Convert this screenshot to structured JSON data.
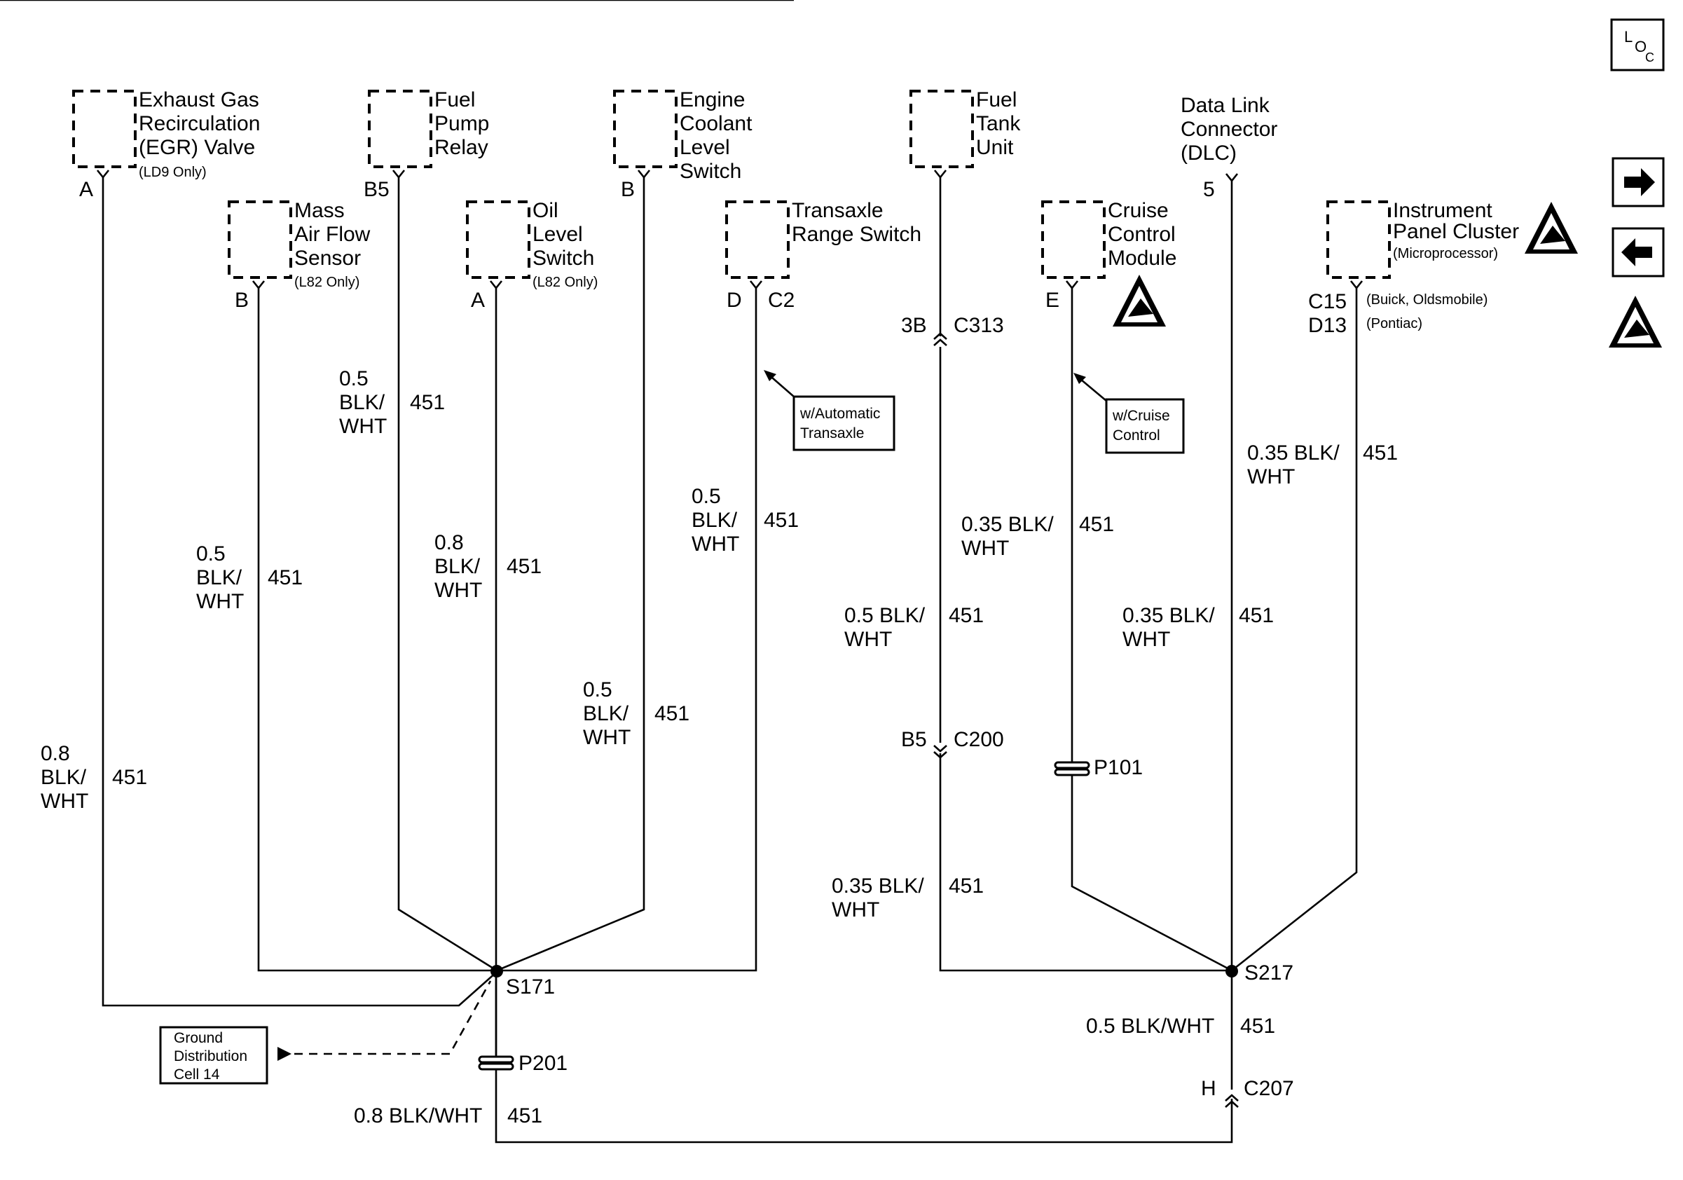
{
  "components": {
    "egr": {
      "line1": "Exhaust Gas",
      "line2": "Recirculation",
      "line3": "(EGR) Valve",
      "note": "(LD9 Only)",
      "pin": "A"
    },
    "fuel_pump": {
      "line1": "Fuel",
      "line2": "Pump",
      "line3": "Relay",
      "pin": "B5"
    },
    "coolant": {
      "line1": "Engine",
      "line2": "Coolant",
      "line3": "Level",
      "line4": "Switch",
      "pin": "B"
    },
    "fuel_tank": {
      "line1": "Fuel",
      "line2": "Tank",
      "line3": "Unit"
    },
    "dlc": {
      "line1": "Data Link",
      "line2": "Connector",
      "line3": "(DLC)",
      "pin": "5"
    },
    "maf": {
      "line1": "Mass",
      "line2": "Air Flow",
      "line3": "Sensor",
      "note": "(L82 Only)",
      "pin": "B"
    },
    "oil": {
      "line1": "Oil",
      "line2": "Level",
      "line3": "Switch",
      "note": "(L82 Only)",
      "pin": "A"
    },
    "transaxle": {
      "line1": "Transaxle",
      "line2": "Range Switch",
      "pin": "D",
      "connector": "C2"
    },
    "cruise": {
      "line1": "Cruise",
      "line2": "Control",
      "line3": "Module",
      "pin": "E"
    },
    "ipc": {
      "line1": "Instrument",
      "line2": "Panel Cluster",
      "note": "(Microprocessor)",
      "pin1": "C15",
      "pin2": "D13",
      "note1": "(Buick, Oldsmobile)",
      "note2": "(Pontiac)"
    }
  },
  "connectors": {
    "c313": {
      "pin": "3B",
      "name": "C313"
    },
    "c200": {
      "pin": "B5",
      "name": "C200"
    },
    "c207": {
      "pin": "H",
      "name": "C207"
    },
    "p101": "P101",
    "p201": "P201"
  },
  "splices": {
    "s171": "S171",
    "s217": "S217"
  },
  "notes": {
    "auto_trans": {
      "line1": "w/Automatic",
      "line2": "Transaxle"
    },
    "cruise": {
      "line1": "w/Cruise",
      "line2": "Control"
    },
    "ground": {
      "line1": "Ground",
      "line2": "Distribution",
      "line3": "Cell 14"
    }
  },
  "wires": {
    "circuit": "451",
    "egr": {
      "size": "0.8",
      "color1": "BLK/",
      "color2": "WHT"
    },
    "maf": {
      "size": "0.5",
      "color1": "BLK/",
      "color2": "WHT"
    },
    "fuel_pump": {
      "size": "0.5",
      "color1": "BLK/",
      "color2": "WHT"
    },
    "oil": {
      "size": "0.8",
      "color1": "BLK/",
      "color2": "WHT"
    },
    "coolant": {
      "size": "0.5",
      "color1": "BLK/",
      "color2": "WHT"
    },
    "transaxle": {
      "size": "0.5",
      "color1": "BLK/",
      "color2": "WHT"
    },
    "fuel_tank_upper": {
      "line1": "0.5 BLK/",
      "line2": "WHT"
    },
    "fuel_tank_lower": {
      "line1": "0.35 BLK/",
      "line2": "WHT"
    },
    "cruise": {
      "line1": "0.35 BLK/",
      "line2": "WHT"
    },
    "dlc": {
      "line1": "0.35 BLK/",
      "line2": "WHT"
    },
    "ipc": {
      "line1": "0.35 BLK/",
      "line2": "WHT"
    },
    "s217_down": "0.5 BLK/WHT",
    "bottom": "0.8 BLK/WHT"
  },
  "nav": {
    "loc_icon": "loc-icon",
    "next_icon": "arrow-right-icon",
    "prev_icon": "arrow-left-icon",
    "esd_icon": "esd-warning-icon"
  }
}
